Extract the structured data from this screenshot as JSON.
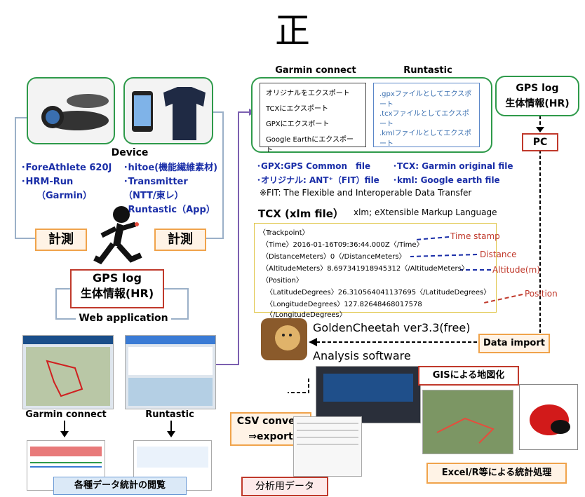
{
  "title": "正",
  "device": {
    "heading": "Device",
    "garmin_line1": "･ForeAthlete 620J",
    "garmin_line2": "･HRM-Run",
    "garmin_line3": "（Garmin）",
    "hitoe_line1": "･hitoe(機能繊維素材)",
    "hitoe_line2": "･Transmitter",
    "hitoe_line3": "（NTT/東レ）",
    "hitoe_line4": "･Runtastic（App）"
  },
  "measure_left": "計測",
  "measure_right": "計測",
  "gps_box": {
    "line1": "GPS log",
    "line2": "生体情報(HR)"
  },
  "web_application": "Web application",
  "screens": {
    "left_label": "Garmin connect",
    "right_label": "Runtastic"
  },
  "stats_label": "各種データ統計の閲覧",
  "export_table": {
    "col1_header": "Garmin connect",
    "col2_header": "Runtastic",
    "col1_items": [
      "オリジナルをエクスポート",
      "TCXにエクスポート",
      "GPXにエクスポート",
      "Google Earthにエクスポート"
    ],
    "col2_items": [
      ".gpxファイルとしてエクスポート",
      ".tcxファイルとしてエクスポート",
      ".kmlファイルとしてエクスポート"
    ]
  },
  "formats": {
    "line1a": "･GPX:GPS Common　file",
    "line1b": "･TCX: Garmin original file",
    "line2a": "･オリジナル: ANT⁺（FIT）file",
    "line2b": "･kml: Google earth file",
    "line3": "※FIT: The Flexible and Interoperable Data Transfer"
  },
  "tcx": {
    "heading": "TCX (xlm file）",
    "subheading": "xlm; eXtensible Markup Language",
    "lines": [
      "〈Trackpoint〉",
      "〈Time〉2016-01-16T09:36:44.000Z〈/Time〉",
      "〈DistanceMeters〉0〈/DistanceMeters〉",
      "〈AltitudeMeters〉8.697341918945312〈/AltitudeMeters〉",
      "〈Position〉",
      "〈LatitudeDegrees〉26.310564041137695〈/LatitudeDegrees〉",
      "〈LongitudeDegrees〉127.82648468017578〈/LongitudeDegrees〉"
    ],
    "annotations": [
      "Time stamp",
      "Distance",
      "Altitude(m)",
      "Position"
    ]
  },
  "gps_pc": {
    "line1": "GPS log",
    "line2": "生体情報(HR)",
    "pc": "PC"
  },
  "golden_cheetah": {
    "name": "GoldenCheetah ver3.3(free)",
    "sub": "Analysis software"
  },
  "data_import": "Data import",
  "gis": "GISによる地図化",
  "csv": {
    "line1": "CSV convert",
    "line2": "⇒export"
  },
  "analysis_data": "分析用データ",
  "excel": "Excel/R等による統計処理",
  "colors": {
    "green": "#2e9a4a",
    "orange": "#f0a34b",
    "red": "#c0392b",
    "blue": "#1a2ea8",
    "purple": "#7b5fb0"
  }
}
